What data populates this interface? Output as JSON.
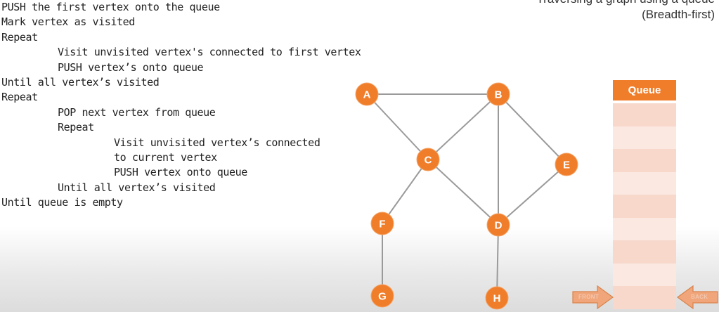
{
  "title": {
    "line1": "Traversing a graph using a queue",
    "line2": "(Breadth-first)"
  },
  "pseudocode": [
    {
      "indent": 0,
      "text": "PUSH the first vertex onto the queue"
    },
    {
      "indent": 0,
      "text": "Mark vertex as visited"
    },
    {
      "indent": 0,
      "text": "Repeat"
    },
    {
      "indent": 1,
      "text": "Visit unvisited vertex's connected to first vertex"
    },
    {
      "indent": 1,
      "text": "PUSH vertex’s onto queue"
    },
    {
      "indent": 0,
      "text": "Until all vertex’s visited"
    },
    {
      "indent": 0,
      "text": "Repeat"
    },
    {
      "indent": 1,
      "text": "POP next vertex from queue"
    },
    {
      "indent": 1,
      "text": "Repeat"
    },
    {
      "indent": 2,
      "text": "Visit unvisited vertex’s connected"
    },
    {
      "indent": 2,
      "text": "to current vertex"
    },
    {
      "indent": 2,
      "text": "PUSH vertex onto queue"
    },
    {
      "indent": 1,
      "text": "Until all vertex’s visited"
    },
    {
      "indent": 0,
      "text": "Until queue is empty"
    }
  ],
  "graph": {
    "nodes": [
      "A",
      "B",
      "C",
      "D",
      "E",
      "F",
      "G",
      "H"
    ],
    "edges": [
      [
        "A",
        "B"
      ],
      [
        "A",
        "C"
      ],
      [
        "B",
        "C"
      ],
      [
        "B",
        "D"
      ],
      [
        "B",
        "E"
      ],
      [
        "C",
        "D"
      ],
      [
        "C",
        "F"
      ],
      [
        "D",
        "E"
      ],
      [
        "D",
        "H"
      ],
      [
        "F",
        "G"
      ]
    ],
    "node_color": "#f07d2a",
    "edge_color": "#9a9a9a"
  },
  "queue": {
    "header": "Queue",
    "slot_count": 9,
    "contents": [],
    "front_label": "FRONT",
    "back_label": "BACK",
    "header_color": "#f07d2a",
    "slot_color_a": "#f8d8cb",
    "slot_color_b": "#fbe8e1",
    "arrow_color": "#f0a67a"
  }
}
